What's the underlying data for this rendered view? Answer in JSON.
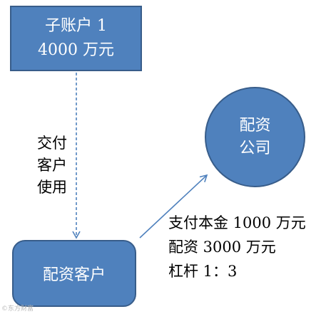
{
  "nodes": {
    "sub_account": {
      "line1": "子账户 1",
      "line2": "4000 万元"
    },
    "client": {
      "label": "配资客户"
    },
    "company": {
      "line1": "配资",
      "line2": "公司"
    }
  },
  "edges": {
    "sub_to_client": {
      "line1": "交付",
      "line2": "客户",
      "line3": "使用",
      "style": "dashed"
    },
    "client_to_company": {
      "line1": "支付本金 1000 万元",
      "line2": "配资 3000 万元",
      "line3": "杠杆 1：3",
      "style": "solid"
    }
  },
  "watermark": "©东方财富",
  "colors": {
    "fill": "#4f81bd",
    "border": "#385d8a",
    "arrow": "#4f81bd",
    "text_on_fill": "#ffffff"
  }
}
